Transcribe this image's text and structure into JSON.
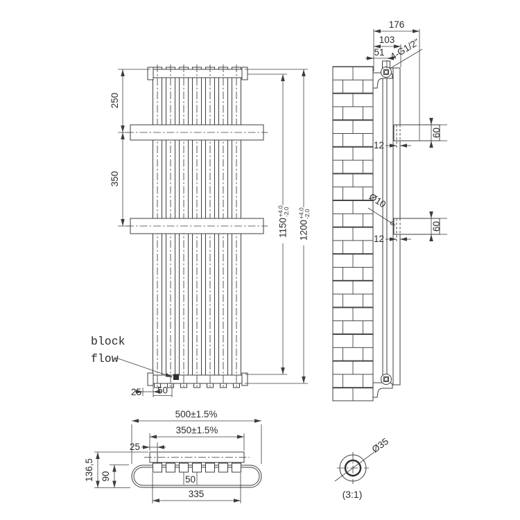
{
  "colors": {
    "line": "#3c3c3c",
    "text": "#2b2b2b",
    "background": "#ffffff"
  },
  "views": {
    "front": {
      "dim_250": "250",
      "dim_350": "350",
      "dim_1150": {
        "value": "1150",
        "tol_plus": "+4.0",
        "tol_minus": "-2.0"
      },
      "dim_1200": {
        "value": "1200",
        "tol_plus": "+4.0",
        "tol_minus": "-2.0"
      },
      "dim_25": "25",
      "dim_50": "50",
      "block_flow_line1": "block",
      "block_flow_line2": "flow"
    },
    "side": {
      "dim_176": "176",
      "dim_103": "103",
      "dim_51": "51",
      "connection": "4-G1/2\"",
      "dim_60_top": "60",
      "dim_60_bottom": "60",
      "dim_12_top": "12",
      "dim_12_bottom": "12",
      "hole": "Ø10"
    },
    "bottom": {
      "dim_500": "500±1.5%",
      "dim_350": "350±1.5%",
      "dim_25": "25",
      "dim_136": "136,5",
      "dim_90": "90",
      "dim_50": "50",
      "dim_335": "335"
    },
    "detail": {
      "diameter": "Ø35",
      "scale": "(3:1)"
    }
  }
}
